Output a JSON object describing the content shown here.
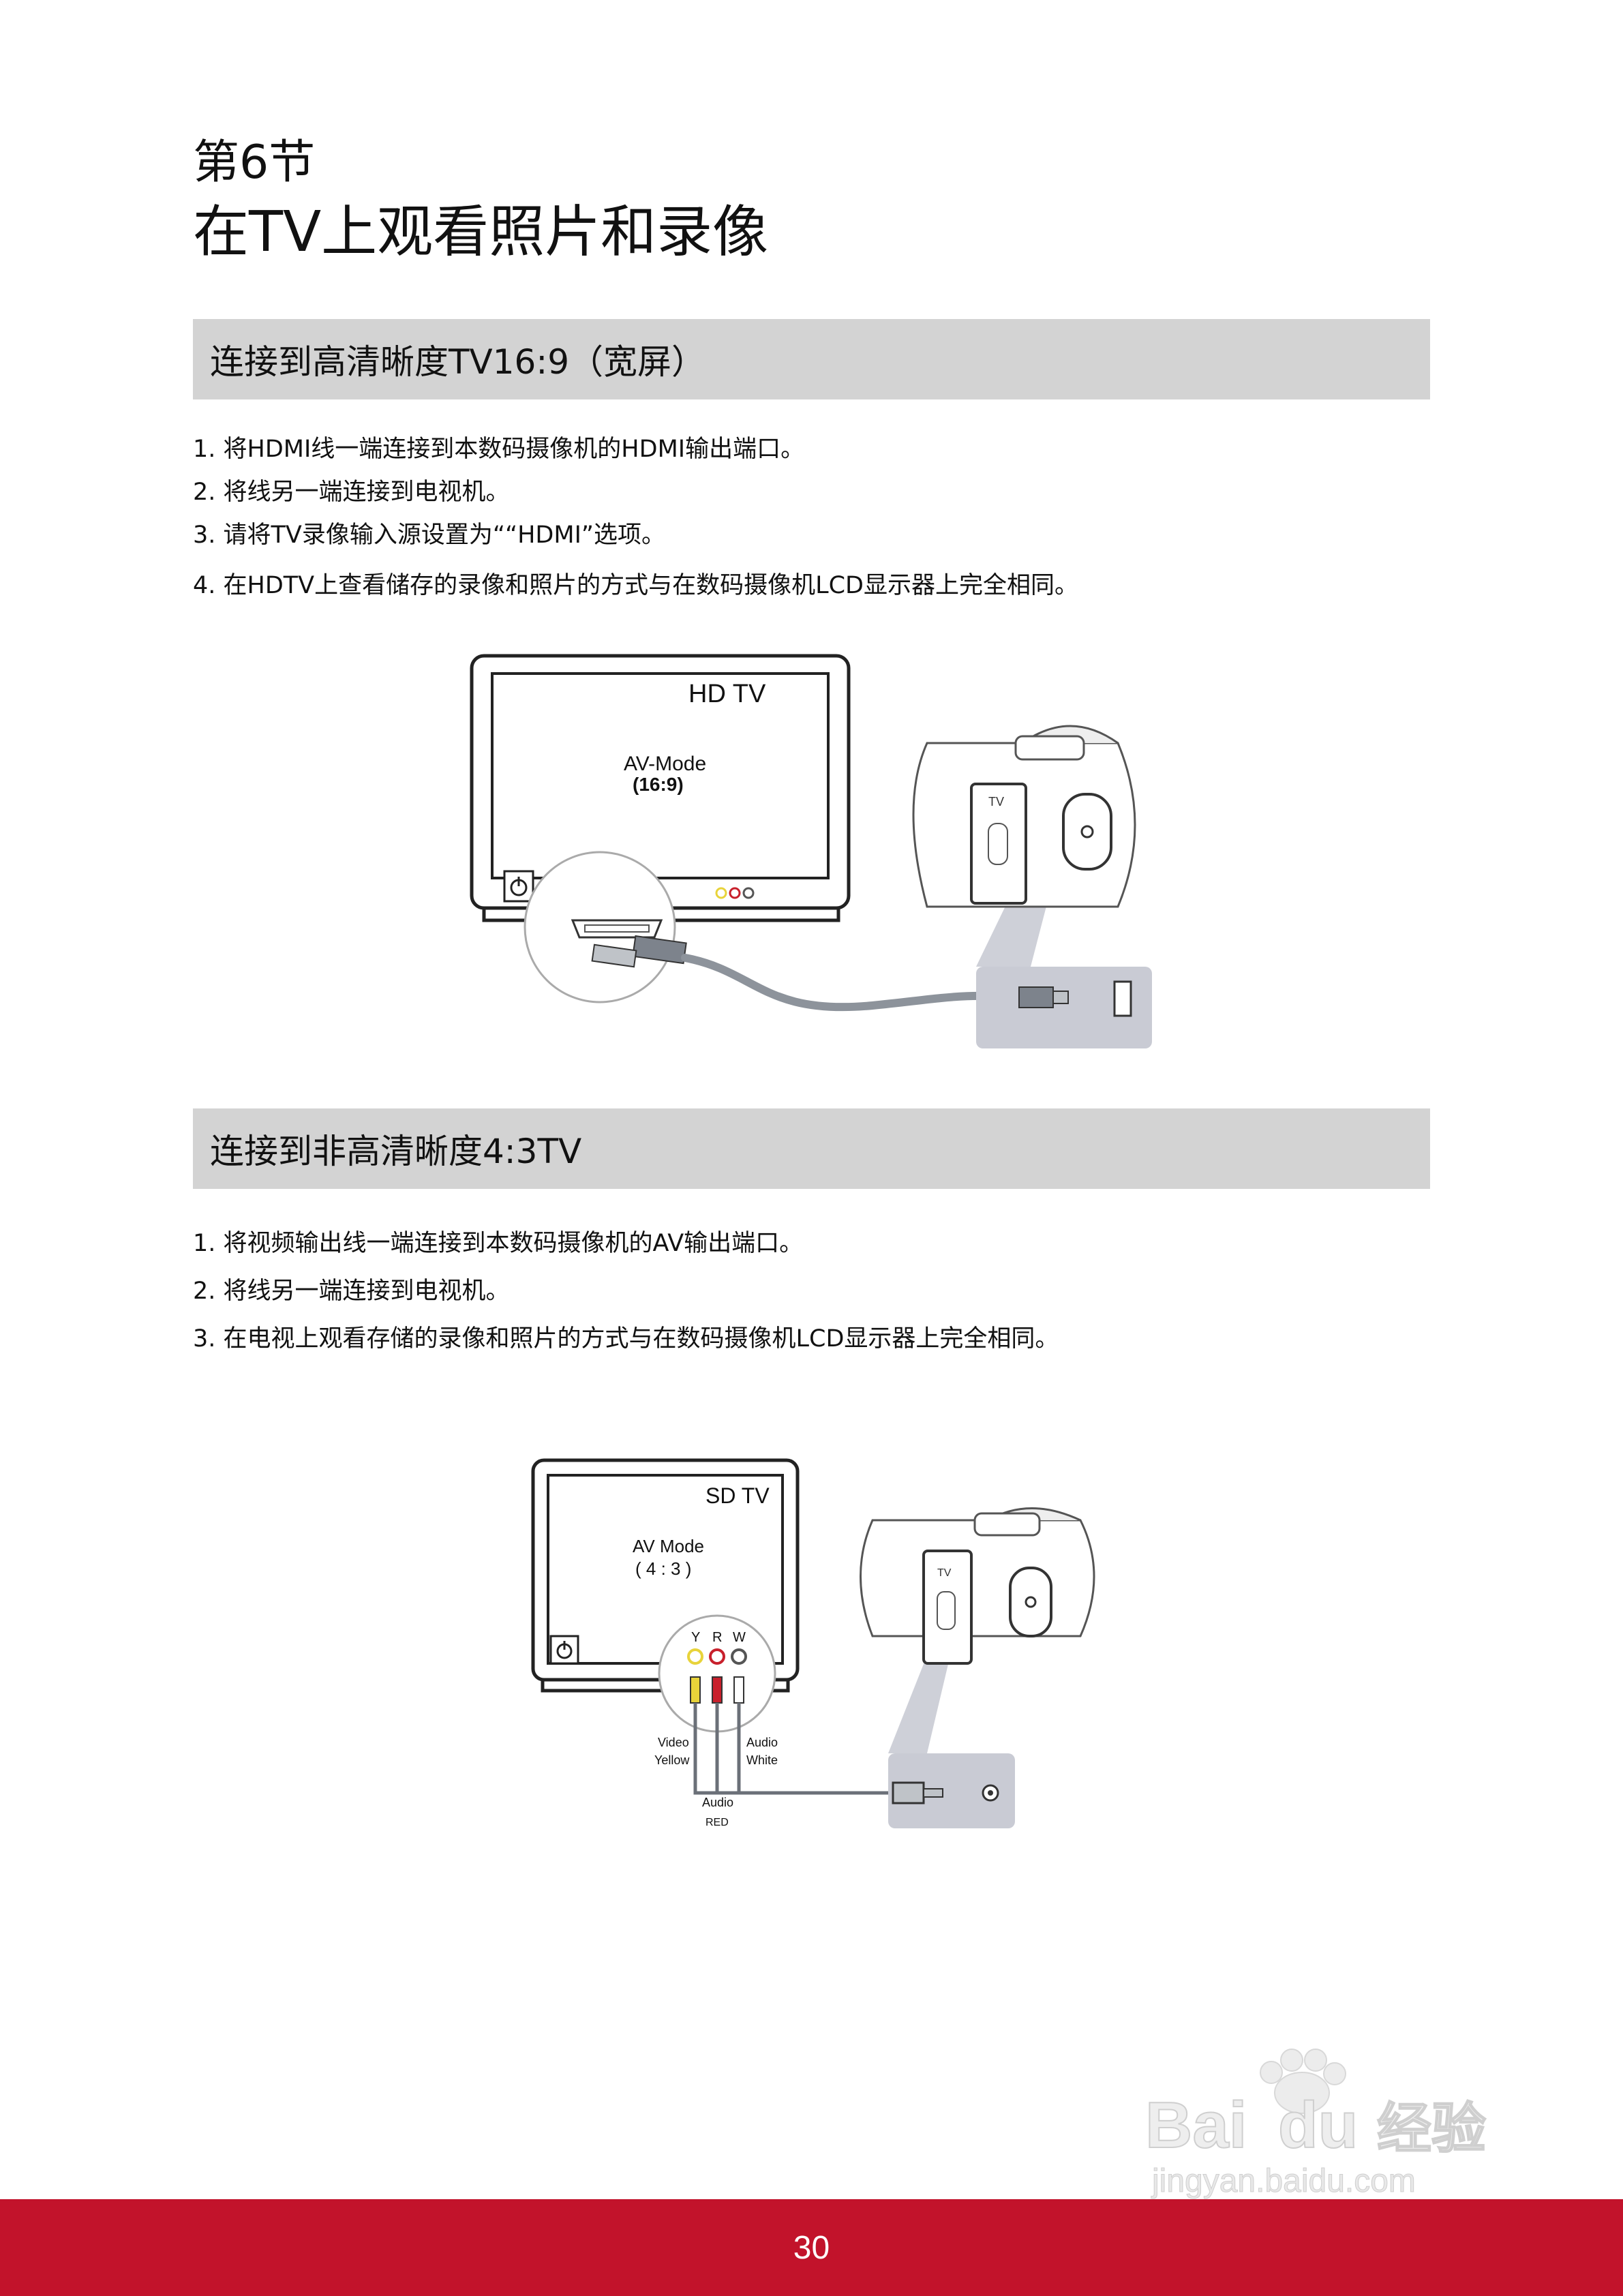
{
  "header": {
    "chapter": "第6节",
    "title": "在TV上观看照片和录像"
  },
  "section_hd": {
    "heading": "连接到高清晰度TV16:9（宽屏）",
    "steps": [
      "1. 将HDMI线一端连接到本数码摄像机的HDMI输出端口。",
      "2. 将线另一端连接到电视机。",
      "3. 请将TV录像输入源设置为““HDMI”选项。",
      "4. 在HDTV上查看储存的录像和照片的方式与在数码摄像机LCD显示器上完全相同。"
    ],
    "diagram": {
      "tv_label": "HD TV",
      "mode_line1": "AV-Mode",
      "mode_line2": "(16:9)",
      "camera_tv_label": "TV"
    }
  },
  "section_sd": {
    "heading": "连接到非高清晰度4:3TV",
    "steps": [
      "1. 将视频输出线一端连接到本数码摄像机的AV输出端口。",
      "2. 将线另一端连接到电视机。",
      "3. 在电视上观看存储的录像和照片的方式与在数码摄像机LCD显示器上完全相同。"
    ],
    "diagram": {
      "tv_label": "SD TV",
      "mode_line1": "AV Mode",
      "mode_line2": "( 4 : 3 )",
      "jack_y": "Y",
      "jack_r": "R",
      "jack_w": "W",
      "video_label_1": "Video",
      "video_label_2": "Yellow",
      "audio_white_1": "Audio",
      "audio_white_2": "White",
      "audio_red_1": "Audio",
      "audio_red_2": "RED",
      "camera_tv_label": "TV"
    }
  },
  "footer": {
    "page_number": "30",
    "watermark_1": "Bai",
    "watermark_2": "du",
    "watermark_3": "经验",
    "watermark_url": "jingyan.baidu.com"
  },
  "colors": {
    "footer_red": "#c2132b",
    "section_gray": "#d3d3d3",
    "cable_gray": "#8d939b",
    "port_panel": "#c9cbd4",
    "jack_yellow": "#e8d33a",
    "jack_red": "#c8202c"
  }
}
